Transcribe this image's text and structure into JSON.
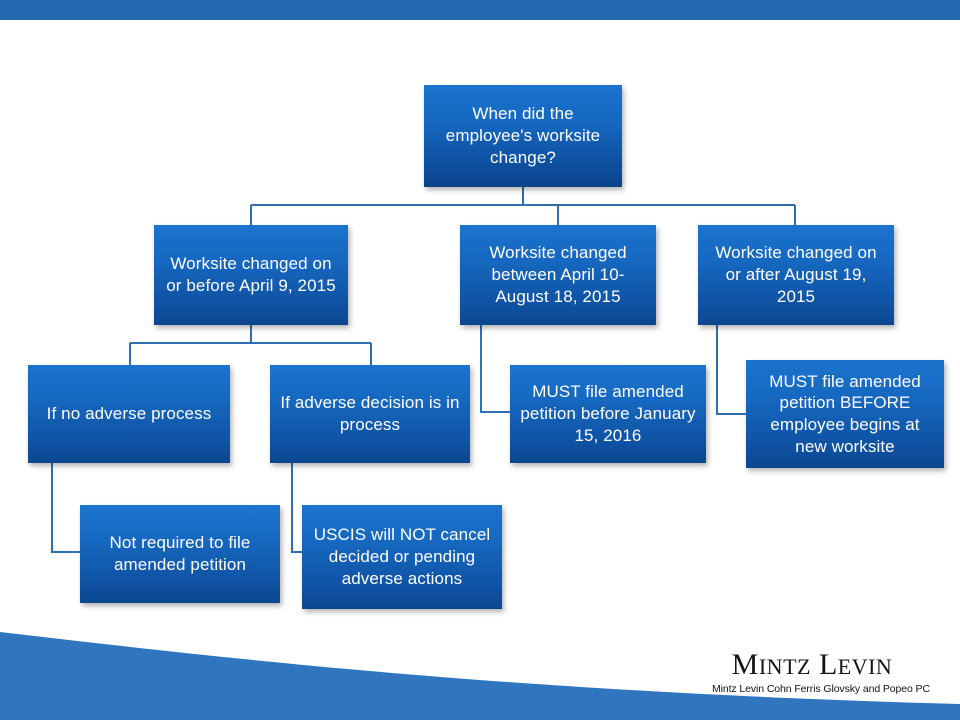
{
  "slide": {
    "theme": {
      "top_bar_color": "#2569b2",
      "wave_color": "#2f76bf",
      "node_fill_top": "#1b74cd",
      "node_fill_bottom": "#0b478f",
      "node_text_color": "#ffffff",
      "connector_color": "#2f6fb0"
    }
  },
  "flowchart": {
    "root": {
      "id": "worksite-change-question",
      "text": "When did the employee's worksite change?"
    },
    "branches": [
      {
        "id": "before-april-9-2015",
        "text": "Worksite changed on or before April 9, 2015",
        "children": [
          {
            "id": "no-adverse-process",
            "text": "If no adverse process",
            "children": [
              {
                "id": "not-required-to-file",
                "text": "Not required to file amended petition"
              }
            ]
          },
          {
            "id": "adverse-decision-in-process",
            "text": "If adverse decision is in process",
            "children": [
              {
                "id": "uscis-will-not-cancel",
                "text": "USCIS will NOT cancel decided or pending adverse actions"
              }
            ]
          }
        ]
      },
      {
        "id": "between-april-10-august-18-2015",
        "text": "Worksite changed between April 10-August 18, 2015",
        "children": [
          {
            "id": "file-before-january-15-2016",
            "text": "MUST file amended petition before January 15, 2016"
          }
        ]
      },
      {
        "id": "on-or-after-august-19-2015",
        "text": "Worksite changed on or after August 19, 2015",
        "children": [
          {
            "id": "file-before-employee-begins",
            "text": "MUST file amended petition BEFORE employee begins at new worksite"
          }
        ]
      }
    ]
  },
  "logo": {
    "name_part1": "M",
    "name_part1_rest": "INTZ",
    "name_part2": "L",
    "name_part2_rest": "EVIN",
    "tagline": "Mintz Levin Cohn Ferris Glovsky and Popeo PC"
  }
}
